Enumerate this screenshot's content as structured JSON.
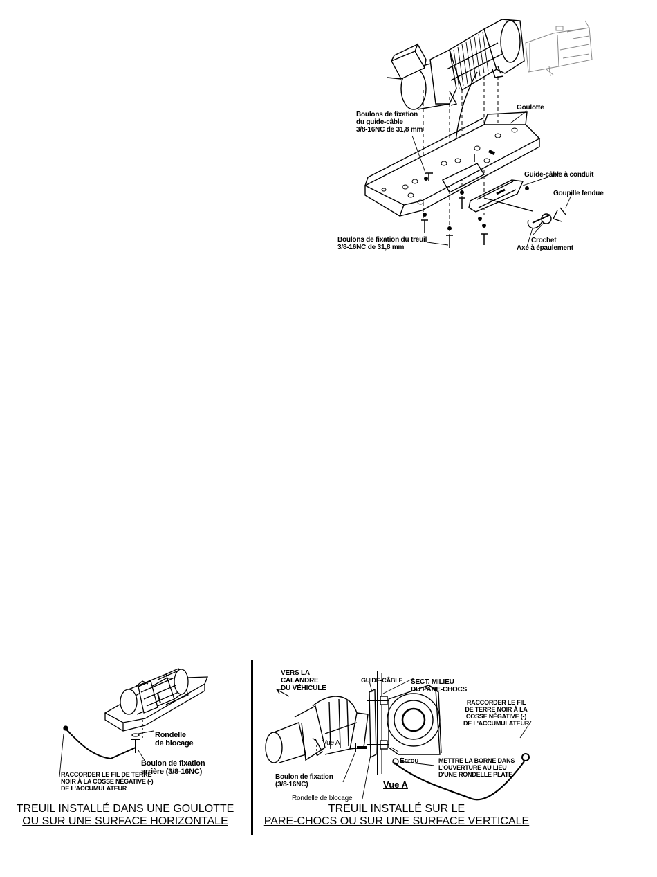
{
  "top_diagram": {
    "labels": {
      "cable_guide_bolts": [
        "Boulons de fixation",
        "du guide-câble",
        "3/8-16NC de 31,8 mm"
      ],
      "channel": "Goulotte",
      "conduit_cable_guide": "Guide-câble à conduit",
      "cotter_pin": "Goupille fendue",
      "winch_bolts": [
        "Boulons de fixation du treuil",
        "3/8-16NC de 31,8 mm"
      ],
      "hook": "Crochet",
      "shoulder_pin": "Axe à épaulement"
    }
  },
  "left_panel": {
    "labels": {
      "lock_washer": [
        "Rondelle",
        "de blocage"
      ],
      "rear_bolt": [
        "Boulon de fixation",
        "arrière (3/8-16NC)"
      ],
      "ground_wire": [
        "RACCORDER LE FIL DE TERRE",
        "NOIR À LA COSSE NÉGATIVE (-)",
        "DE L'ACCUMULATEUR"
      ]
    },
    "caption": [
      "TREUIL INSTALLÉ DANS UNE GOULOTTE",
      "OU SUR UNE SURFACE HORIZONTALE"
    ]
  },
  "right_panel": {
    "labels": {
      "towards_grille": [
        "VERS LA",
        "CALANDRE",
        "DU VÉHICULE"
      ],
      "cable_guide": "GUIDE-CÂBLE",
      "bumper_mid": [
        "SECT. MILIEU",
        "DU PARE-CHOCS"
      ],
      "ground_wire": [
        "RACCORDER LE FIL",
        "DE TERRE NOIR À LA",
        "COSSE NÉGATIVE (-)",
        "DE L'ACCUMULATEUR"
      ],
      "view_a_small": "Vue A",
      "nut": "Écrou",
      "terminal_note": [
        "METTRE LA BORNE DANS",
        "L'OUVERTURE AU LIEU",
        "D'UNE RONDELLE PLATE"
      ],
      "mount_bolt": [
        "Boulon de fixation",
        "(3/8-16NC)"
      ],
      "lock_washer": "Rondelle de blocage",
      "view_a_title": "Vue A"
    },
    "caption": [
      "TREUIL INSTALLÉ SUR LE",
      "PARE-CHOCS OU SUR UNE SURFACE VERTICALE"
    ]
  }
}
